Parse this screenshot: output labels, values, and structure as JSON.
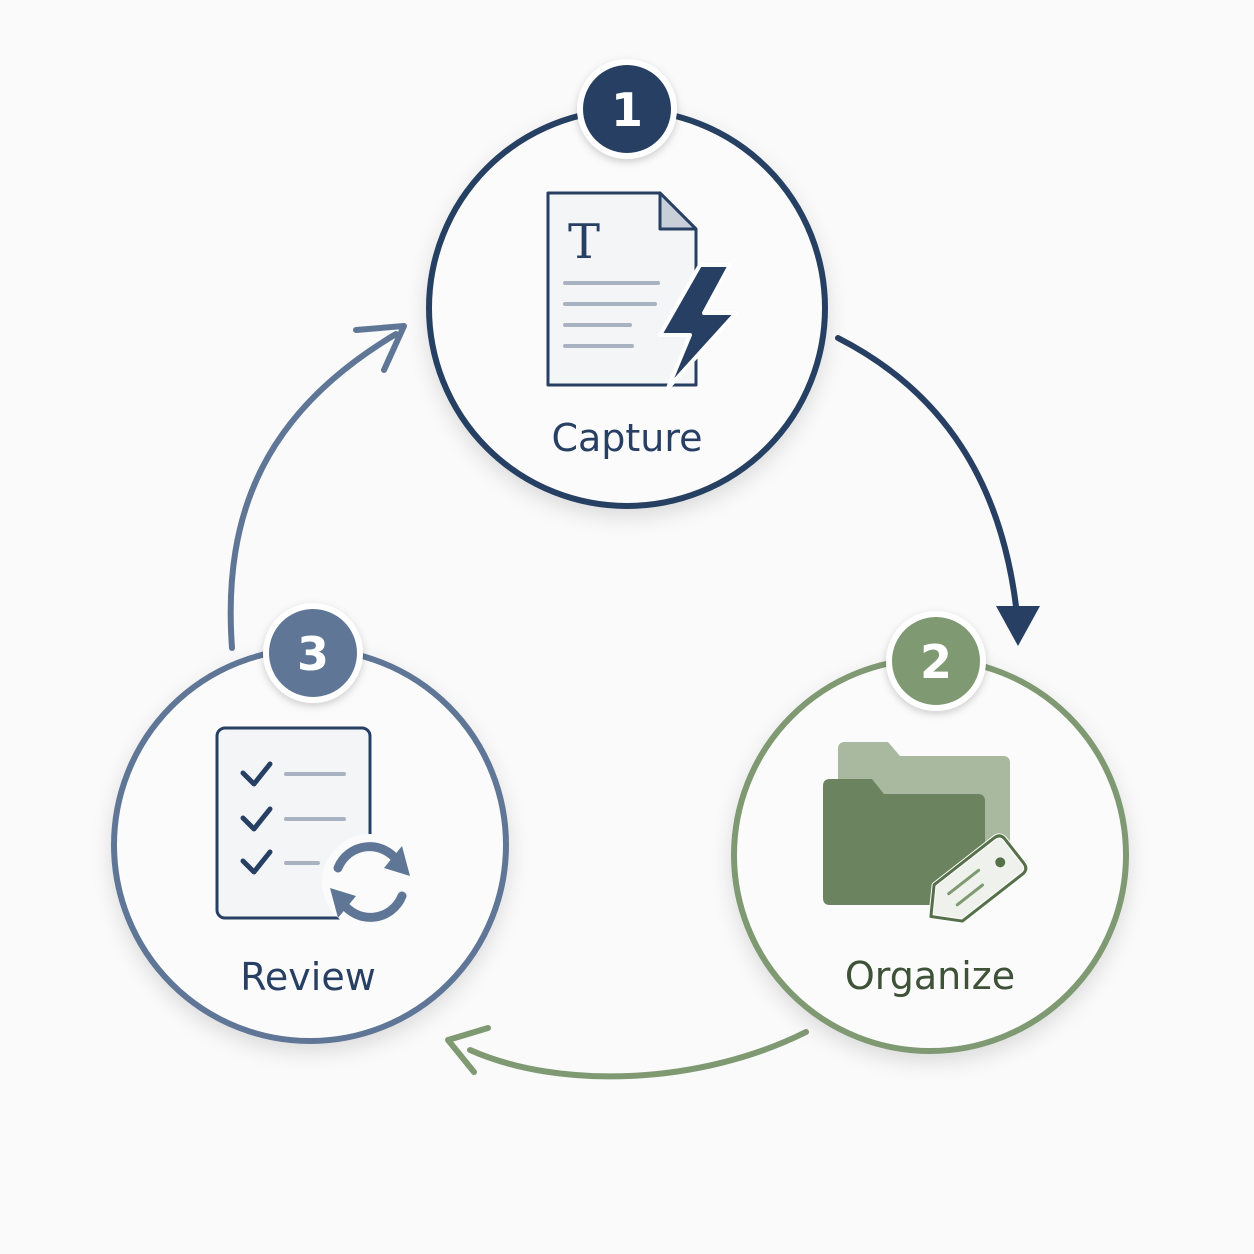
{
  "colors": {
    "background": "#fafafa",
    "capture": "#283f64",
    "organize": "#7f9a72",
    "organize_dark": "#56704a",
    "review": "#5f7696"
  },
  "steps": [
    {
      "number": "1",
      "label": "Capture",
      "icon": "document-lightning-icon"
    },
    {
      "number": "2",
      "label": "Organize",
      "icon": "folder-tag-icon"
    },
    {
      "number": "3",
      "label": "Review",
      "icon": "checklist-refresh-icon"
    }
  ],
  "document_letter": "T"
}
